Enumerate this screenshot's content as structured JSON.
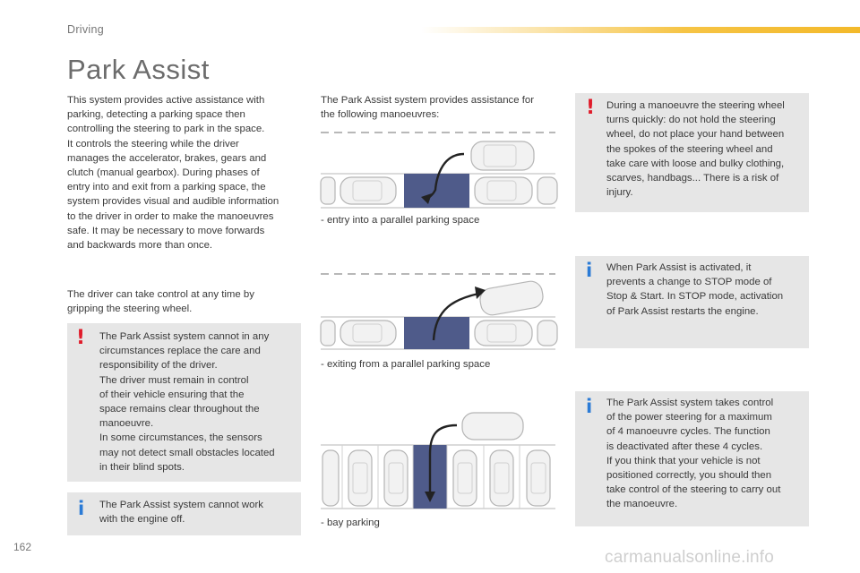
{
  "header": {
    "section": "Driving"
  },
  "title": "Park Assist",
  "col1": {
    "intro": "This system provides active assistance with\nparking, detecting a parking space then\ncontrolling the steering to park in the space.\nIt controls the steering while the driver\nmanages the accelerator, brakes, gears and\nclutch (manual gearbox). During phases of\nentry into and exit from a parking space, the\nsystem provides visual and audible information\nto the driver in order to make the manoeuvres\nsafe. It may be necessary to move forwards\nand backwards more than once.",
    "takeover": "The driver can take control at any time by\ngripping the steering wheel.",
    "warning": "The Park Assist system cannot in any\ncircumstances replace the care and\nresponsibility of the driver.\nThe driver must remain in control\nof their vehicle ensuring that the\nspace remains clear throughout the\nmanoeuvre.\nIn some circumstances, the sensors\nmay not detect small obstacles located\nin their blind spots.",
    "info": "The Park Assist system cannot work\nwith the engine off."
  },
  "col2": {
    "intro": "The Park Assist system provides assistance for\nthe following manoeuvres:",
    "items": [
      "-   entry into a parallel parking space",
      "-   exiting from a parallel parking space",
      "-   bay parking"
    ]
  },
  "col3": {
    "warning": "During a manoeuvre the steering wheel\nturns quickly: do not hold the steering\nwheel, do not place your hand between\nthe spokes of the steering wheel and\ntake care with loose and bulky clothing,\nscarves, handbags... There is a risk of\ninjury.",
    "info1": "When Park Assist is activated, it\nprevents a change to STOP mode of\nStop & Start. In STOP mode, activation\nof Park Assist restarts the engine.",
    "info2": "The Park Assist system takes control\nof the power steering for a maximum\nof 4 manoeuvre cycles. The function\nis deactivated after these 4 cycles.\nIf you think that your vehicle is not\npositioned correctly, you should then\ntake control of the steering to carry out\nthe manoeuvre."
  },
  "icons": {
    "warning": "!",
    "info": "i"
  },
  "colors": {
    "warning": "#e01b2a",
    "info": "#2b7bd6",
    "space": "#4f5b8a",
    "box": "#e6e6e6",
    "accent": "#f6c445"
  },
  "footer": {
    "page_number": "162",
    "watermark": "carmanualsonline.info"
  }
}
